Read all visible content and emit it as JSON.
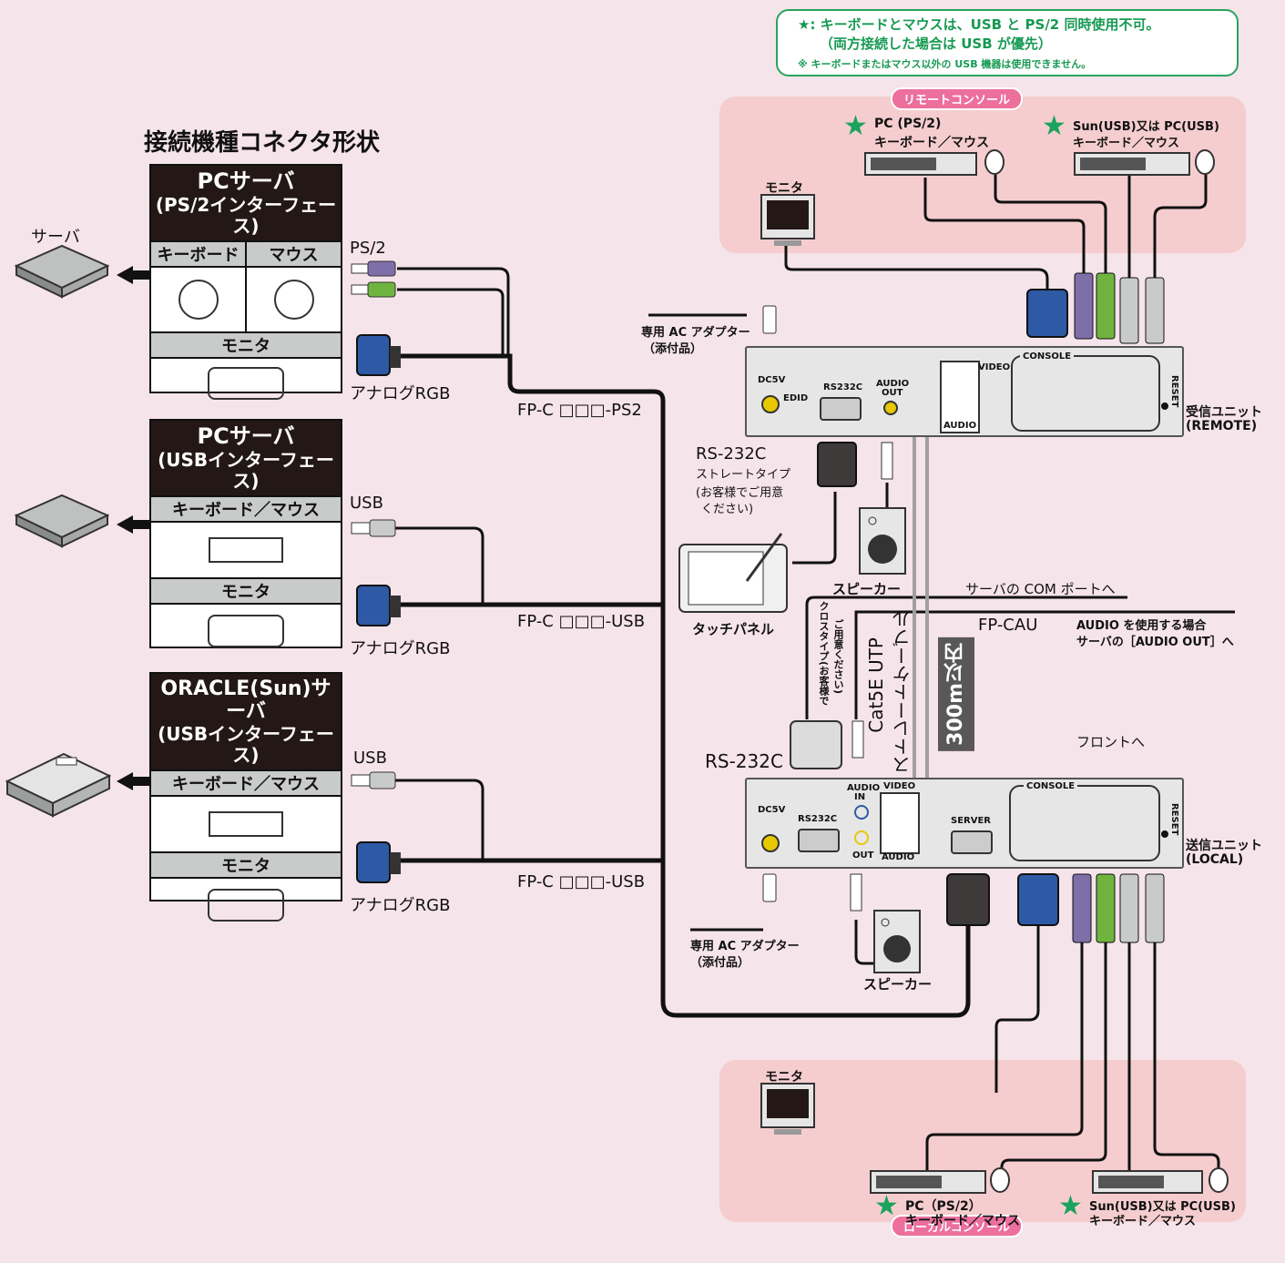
{
  "note": {
    "line1": "★: キーボードとマウスは、USB と PS/2 同時使用不可。",
    "line2": "（両方接続した場合は USB が優先）",
    "line3": "※ キーボードまたはマウス以外の USB 機器は使用できません。"
  },
  "title": "接続機種コネクタ形状",
  "server_label": "サーバ",
  "panels": [
    {
      "title1": "PCサーバ",
      "title2": "(PS/2インターフェース)",
      "kb": "キーボード",
      "mouse": "マウス",
      "monitor": "モニタ"
    },
    {
      "title1": "PCサーバ",
      "title2": "(USBインターフェース)",
      "kbmouse": "キーボード／マウス",
      "monitor": "モニタ"
    },
    {
      "title1": "ORACLE(Sun)サーバ",
      "title2": "(USBインターフェース)",
      "kbmouse": "キーボード／マウス",
      "monitor": "モニタ"
    }
  ],
  "left_labels": {
    "ps2": "PS/2",
    "usb1": "USB",
    "usb2": "USB",
    "rgb1": "アナログRGB",
    "rgb2": "アナログRGB",
    "rgb3": "アナログRGB",
    "cable1": "FP-C □□□-PS2",
    "cable2": "FP-C □□□-USB",
    "cable3": "FP-C □□□-USB"
  },
  "remote_console": {
    "label": "リモートコンソール",
    "monitor": "モニタ",
    "pc_kb1": "PC (PS/2)",
    "pc_kb2": "キーボード／マウス",
    "sun_kb1": "Sun(USB)又は PC(USB)",
    "sun_kb2": "キーボード／マウス"
  },
  "local_console": {
    "label": "ローカルコンソール",
    "monitor": "モニタ",
    "pc_kb1": "PC（PS/2）",
    "pc_kb2": "キーボード／マウス",
    "sun_kb1": "Sun(USB)又は PC(USB)",
    "sun_kb2": "キーボード／マウス"
  },
  "adapter": {
    "line1": "専用 AC アダプター",
    "line2": "（添付品）"
  },
  "receiver": {
    "name1": "受信ユニット",
    "name2": "(REMOTE)",
    "dc5v": "DC5V",
    "edid": "EDID",
    "rs232c": "RS232C",
    "audio_out1": "AUDIO",
    "audio_out2": "OUT",
    "video": "VIDEO",
    "audio": "AUDIO",
    "console": "CONSOLE",
    "reset": "RESET"
  },
  "sender": {
    "name1": "送信ユニット",
    "name2": "(LOCAL)",
    "dc5v": "DC5V",
    "rs232c": "RS232C",
    "audio_in1": "AUDIO",
    "audio_in2": "IN",
    "out": "OUT",
    "video": "VIDEO",
    "audio": "AUDIO",
    "server": "SERVER",
    "console": "CONSOLE",
    "reset": "RESET"
  },
  "rs232c_top": {
    "l1": "RS-232C",
    "l2": "ストレートタイプ",
    "l3": "(お客様でご用意",
    "l4": "ください)"
  },
  "speaker": "スピーカー",
  "touch_panel": "タッチパネル",
  "com_port": "サーバの COM ポートへ",
  "fp_cau": "FP-CAU",
  "audio_note1": "AUDIO を使用する場合",
  "audio_note2": "サーバの［AUDIO OUT］へ",
  "cross_type1": "クロスタイプ(お客様で",
  "cross_type2": "ご用意ください)",
  "cat5e1": "Cat5E UTP",
  "cat5e2": "ストレートケーブル",
  "max_len": "300m以内",
  "rs232c_bottom": "RS-232C",
  "front": "フロントへ"
}
